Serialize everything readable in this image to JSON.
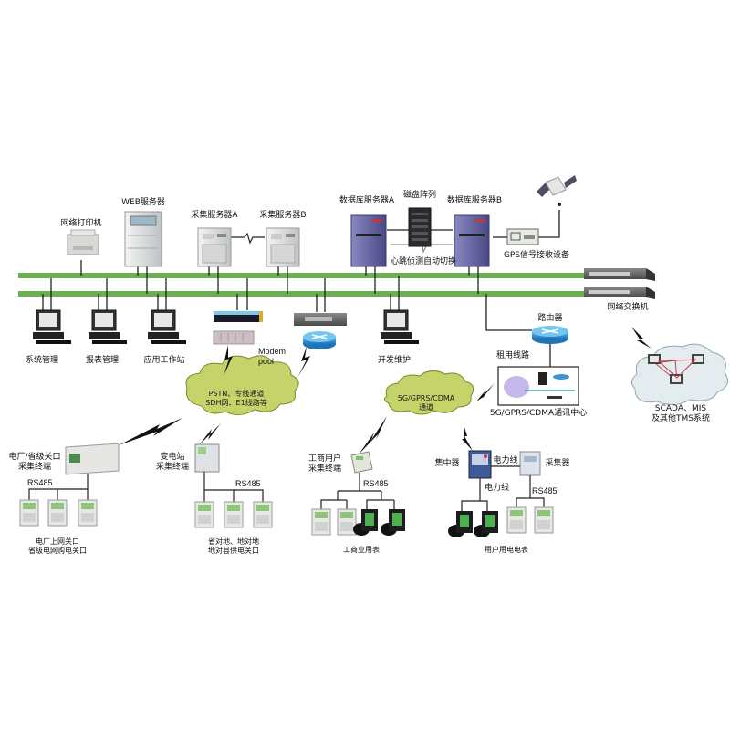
{
  "diagram": {
    "title_hidden": "",
    "server_row": {
      "network_printer": "网络打印机",
      "web_server": "WEB服务器",
      "collect_server_a": "采集服务器A",
      "collect_server_b": "采集服务器B",
      "db_server_a": "数据库服务器A",
      "disk_array": "磁盘阵列",
      "db_server_b": "数据库服务器B",
      "heartbeat": "心跳侦测自动切换",
      "gps_receiver": "GPS信号接收设备"
    },
    "workstations": {
      "sys_mgmt": "系统管理",
      "report_mgmt": "报表管理",
      "app_workstation": "应用工作站",
      "dev_maint": "开发维护"
    },
    "network": {
      "modem_pool_line1": "Modem",
      "modem_pool_line2": "pool",
      "network_switch": "网络交换机",
      "router": "路由器",
      "leased_line": "租用线路",
      "comm_center": "5G/GPRS/CDMA通讯中心"
    },
    "clouds": {
      "pstn_line1": "PSTN、专线通道",
      "pstn_line2": "SDH网、E1线路等",
      "wireless_line1": "5G/GPRS/CDMA",
      "wireless_line2": "通道",
      "scada_line1": "SCADA、MIS",
      "scada_line2": "及其他TMS系统"
    },
    "terminals": {
      "plant_line1": "电厂/省级关口",
      "plant_line2": "采集终端",
      "plant_bus": "RS485",
      "plant_meters_line1": "电厂上网关口",
      "plant_meters_line2": "省级电网购电关口",
      "substation_line1": "变电站",
      "substation_line2": "采集终端",
      "substation_bus": "RS485",
      "substation_meters_line1": "省对地、地对地",
      "substation_meters_line2": "地对县供电关口",
      "commercial_line1": "工商用户",
      "commercial_line2": "采集终端",
      "commercial_bus": "RS485",
      "commercial_meters": "工商业用表",
      "concentrator": "集中器",
      "power_line_h": "电力线",
      "power_line_v": "电力线",
      "collector": "采集器",
      "residential_bus": "RS485",
      "residential_meters": "用户用电电表"
    },
    "colors": {
      "bus_green": "#6ab04c",
      "cloud_fill": "#c6d26a",
      "cloud_gray": "#e4ecef",
      "router_blue": "#2a8fd0",
      "server_purple": "#6d6aa8",
      "link_red": "#c0404a"
    }
  }
}
